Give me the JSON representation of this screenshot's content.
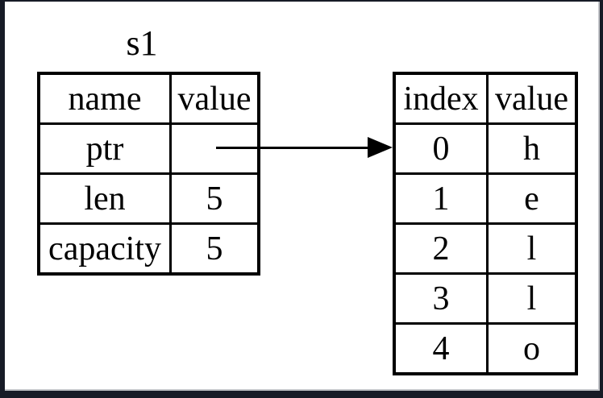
{
  "figure": {
    "title": "s1",
    "stack_table": {
      "headers": [
        "name",
        "value"
      ],
      "rows": [
        {
          "name": "ptr",
          "value": ""
        },
        {
          "name": "len",
          "value": "5"
        },
        {
          "name": "capacity",
          "value": "5"
        }
      ]
    },
    "heap_table": {
      "headers": [
        "index",
        "value"
      ],
      "rows": [
        {
          "index": "0",
          "value": "h"
        },
        {
          "index": "1",
          "value": "e"
        },
        {
          "index": "2",
          "value": "l"
        },
        {
          "index": "3",
          "value": "l"
        },
        {
          "index": "4",
          "value": "o"
        }
      ]
    },
    "arrow": {
      "from": "ptr-value-cell",
      "to": "heap-row-0"
    },
    "colors": {
      "frame": "#171b26",
      "canvas": "#ffffff",
      "stroke": "#000000",
      "text": "#000000"
    }
  }
}
